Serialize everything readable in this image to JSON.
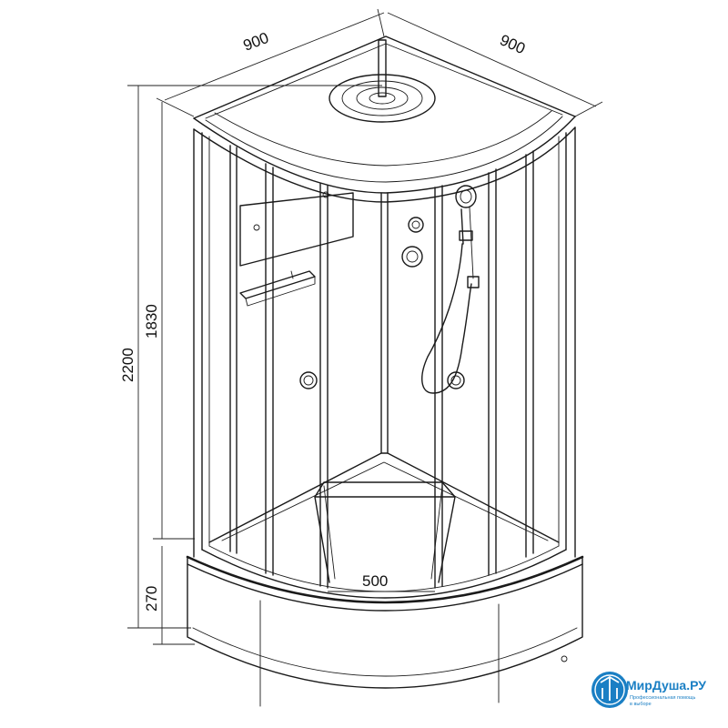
{
  "dimensions": {
    "top_left_width": "900",
    "top_right_width": "900",
    "total_height": "2200",
    "cabin_height": "1830",
    "tray_height": "270",
    "tray_inner_width": "500"
  },
  "logo": {
    "name": "МирДуша.РУ",
    "tagline_1": "Профессиональная помощь",
    "tagline_2": "в выборе",
    "color": "#1a7fc4"
  },
  "colors": {
    "line": "#1a1a1a",
    "background": "#ffffff"
  }
}
